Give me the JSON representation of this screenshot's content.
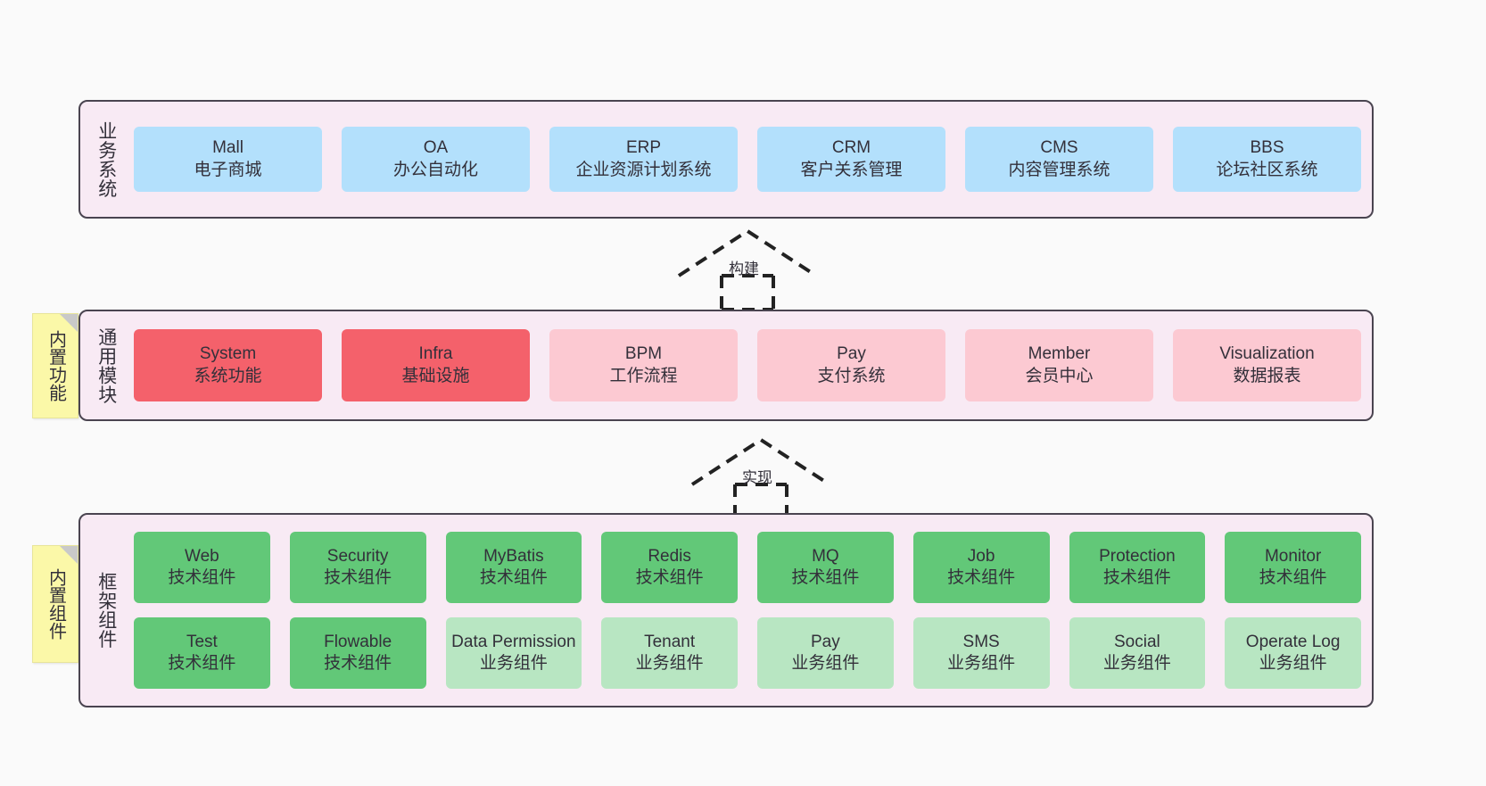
{
  "diagram": {
    "background_color": "#fafafa",
    "band_fill": "#f8eaf4",
    "band_border": "#4a4450",
    "sticky_color": "#fbf8a8"
  },
  "layers": [
    {
      "id": "business",
      "title": "业务系统",
      "sticky": null,
      "rows": [
        {
          "cards": [
            {
              "name": "Mall",
              "sub": "电子商城",
              "color": "#b3e0fc",
              "style": "c-blue"
            },
            {
              "name": "OA",
              "sub": "办公自动化",
              "color": "#b3e0fc",
              "style": "c-blue"
            },
            {
              "name": "ERP",
              "sub": "企业资源计划系统",
              "color": "#b3e0fc",
              "style": "c-blue"
            },
            {
              "name": "CRM",
              "sub": "客户关系管理",
              "color": "#b3e0fc",
              "style": "c-blue"
            },
            {
              "name": "CMS",
              "sub": "内容管理系统",
              "color": "#b3e0fc",
              "style": "c-blue"
            },
            {
              "name": "BBS",
              "sub": "论坛社区系统",
              "color": "#b3e0fc",
              "style": "c-blue"
            }
          ]
        }
      ]
    },
    {
      "id": "common",
      "title": "通用模块",
      "sticky": "内置功能",
      "rows": [
        {
          "cards": [
            {
              "name": "System",
              "sub": "系统功能",
              "color": "#f4616b",
              "style": "c-red"
            },
            {
              "name": "Infra",
              "sub": "基础设施",
              "color": "#f4616b",
              "style": "c-red"
            },
            {
              "name": "BPM",
              "sub": "工作流程",
              "color": "#fcc9d2",
              "style": "c-pink"
            },
            {
              "name": "Pay",
              "sub": "支付系统",
              "color": "#fcc9d2",
              "style": "c-pink"
            },
            {
              "name": "Member",
              "sub": "会员中心",
              "color": "#fcc9d2",
              "style": "c-pink"
            },
            {
              "name": "Visualization",
              "sub": "数据报表",
              "color": "#fcc9d2",
              "style": "c-pink"
            }
          ]
        }
      ]
    },
    {
      "id": "framework",
      "title": "框架组件",
      "sticky": "内置组件",
      "rows": [
        {
          "cards": [
            {
              "name": "Web",
              "sub": "技术组件",
              "color": "#62c878",
              "style": "c-green"
            },
            {
              "name": "Security",
              "sub": "技术组件",
              "color": "#62c878",
              "style": "c-green"
            },
            {
              "name": "MyBatis",
              "sub": "技术组件",
              "color": "#62c878",
              "style": "c-green"
            },
            {
              "name": "Redis",
              "sub": "技术组件",
              "color": "#62c878",
              "style": "c-green"
            },
            {
              "name": "MQ",
              "sub": "技术组件",
              "color": "#62c878",
              "style": "c-green"
            },
            {
              "name": "Job",
              "sub": "技术组件",
              "color": "#62c878",
              "style": "c-green"
            },
            {
              "name": "Protection",
              "sub": "技术组件",
              "color": "#62c878",
              "style": "c-green"
            },
            {
              "name": "Monitor",
              "sub": "技术组件",
              "color": "#62c878",
              "style": "c-green"
            }
          ]
        },
        {
          "cards": [
            {
              "name": "Test",
              "sub": "技术组件",
              "color": "#62c878",
              "style": "c-green"
            },
            {
              "name": "Flowable",
              "sub": "技术组件",
              "color": "#62c878",
              "style": "c-green"
            },
            {
              "name": "Data Permission",
              "sub": "业务组件",
              "color": "#b8e6c2",
              "style": "c-lightgreen",
              "wrap": true
            },
            {
              "name": "Tenant",
              "sub": "业务组件",
              "color": "#b8e6c2",
              "style": "c-lightgreen"
            },
            {
              "name": "Pay",
              "sub": "业务组件",
              "color": "#b8e6c2",
              "style": "c-lightgreen"
            },
            {
              "name": "SMS",
              "sub": "业务组件",
              "color": "#b8e6c2",
              "style": "c-lightgreen"
            },
            {
              "name": "Social",
              "sub": "业务组件",
              "color": "#b8e6c2",
              "style": "c-lightgreen"
            },
            {
              "name": "Operate Log",
              "sub": "业务组件",
              "color": "#b8e6c2",
              "style": "c-lightgreen"
            }
          ]
        }
      ]
    }
  ],
  "connectors": [
    {
      "id": "build",
      "label": "构建",
      "from": "common",
      "to": "business",
      "style": "dashed-generalization"
    },
    {
      "id": "impl",
      "label": "实现",
      "from": "framework",
      "to": "common",
      "style": "dashed-generalization"
    }
  ]
}
